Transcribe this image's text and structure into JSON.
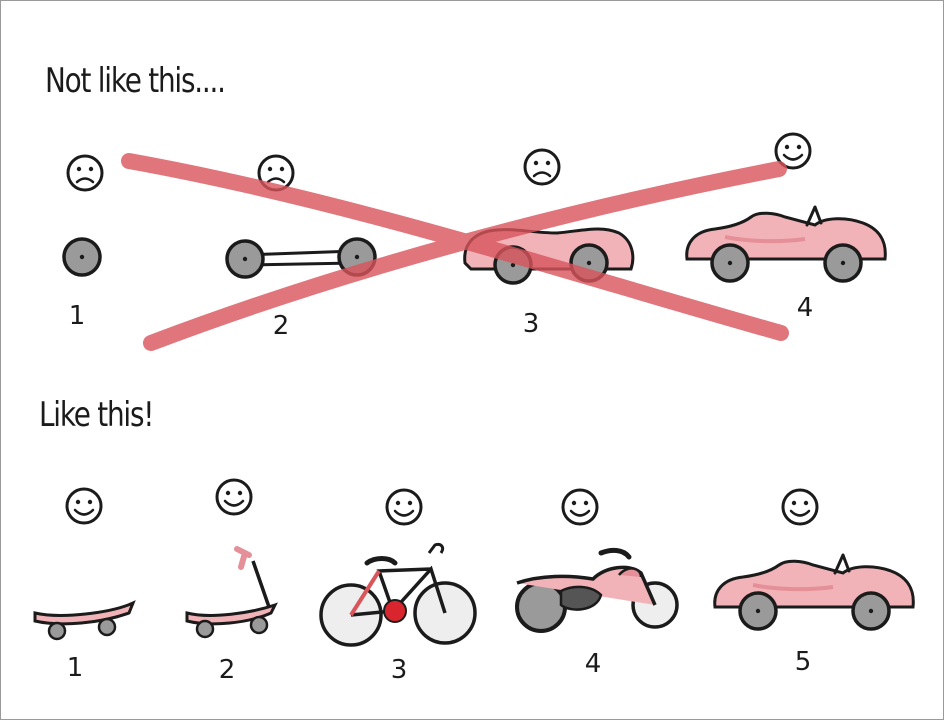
{
  "headings": {
    "bad": "Not like this....",
    "good": "Like this!"
  },
  "bad_row": {
    "crossed_out": true,
    "steps": [
      {
        "number": "1",
        "item": "wheel",
        "face": "sad"
      },
      {
        "number": "2",
        "item": "axle with two wheels",
        "face": "sad"
      },
      {
        "number": "3",
        "item": "car body on wheels",
        "face": "sad"
      },
      {
        "number": "4",
        "item": "convertible car",
        "face": "happy"
      }
    ]
  },
  "good_row": {
    "steps": [
      {
        "number": "1",
        "item": "skateboard",
        "face": "happy"
      },
      {
        "number": "2",
        "item": "scooter",
        "face": "happy"
      },
      {
        "number": "3",
        "item": "bicycle",
        "face": "happy"
      },
      {
        "number": "4",
        "item": "motorcycle",
        "face": "happy"
      },
      {
        "number": "5",
        "item": "convertible car",
        "face": "happy"
      }
    ]
  },
  "colors": {
    "ink": "#1b1b1b",
    "pink": "#f2b3b8",
    "pink_dark": "#e58f98",
    "wheel_grey": "#9a9a9a",
    "cross_red": "#d9555c"
  }
}
